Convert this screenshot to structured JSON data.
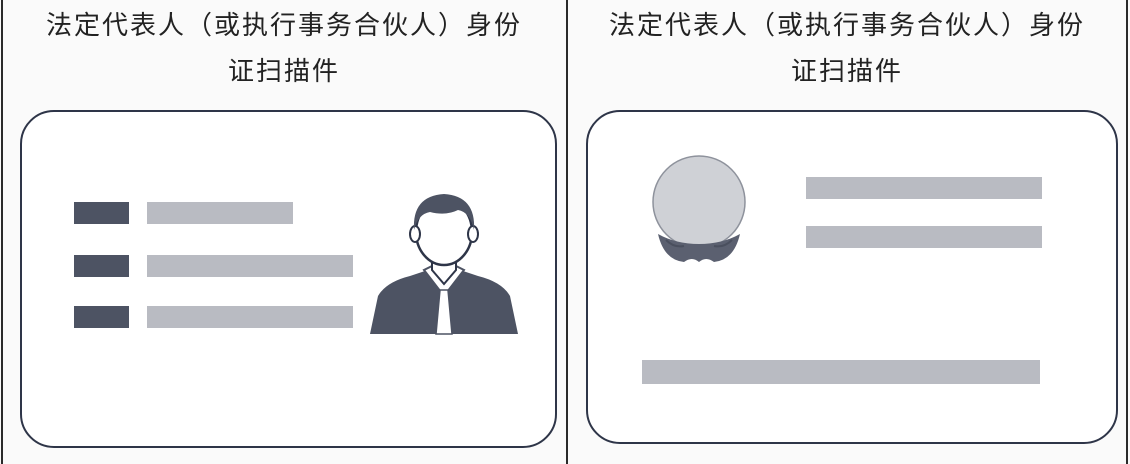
{
  "documents": [
    {
      "title_line1": "法定代表人（或执行事务合伙人）身份",
      "title_line2": "证扫描件",
      "card_side": "front",
      "colors": {
        "dark_label": "#4d5363",
        "light_field": "#b9bbc2",
        "card_border": "#2e3548"
      }
    },
    {
      "title_line1": "法定代表人（或执行事务合伙人）身份",
      "title_line2": "证扫描件",
      "card_side": "back",
      "colors": {
        "emblem": "#b9bbc2",
        "light_field": "#b9bbc2",
        "card_border": "#2e3548"
      }
    }
  ]
}
